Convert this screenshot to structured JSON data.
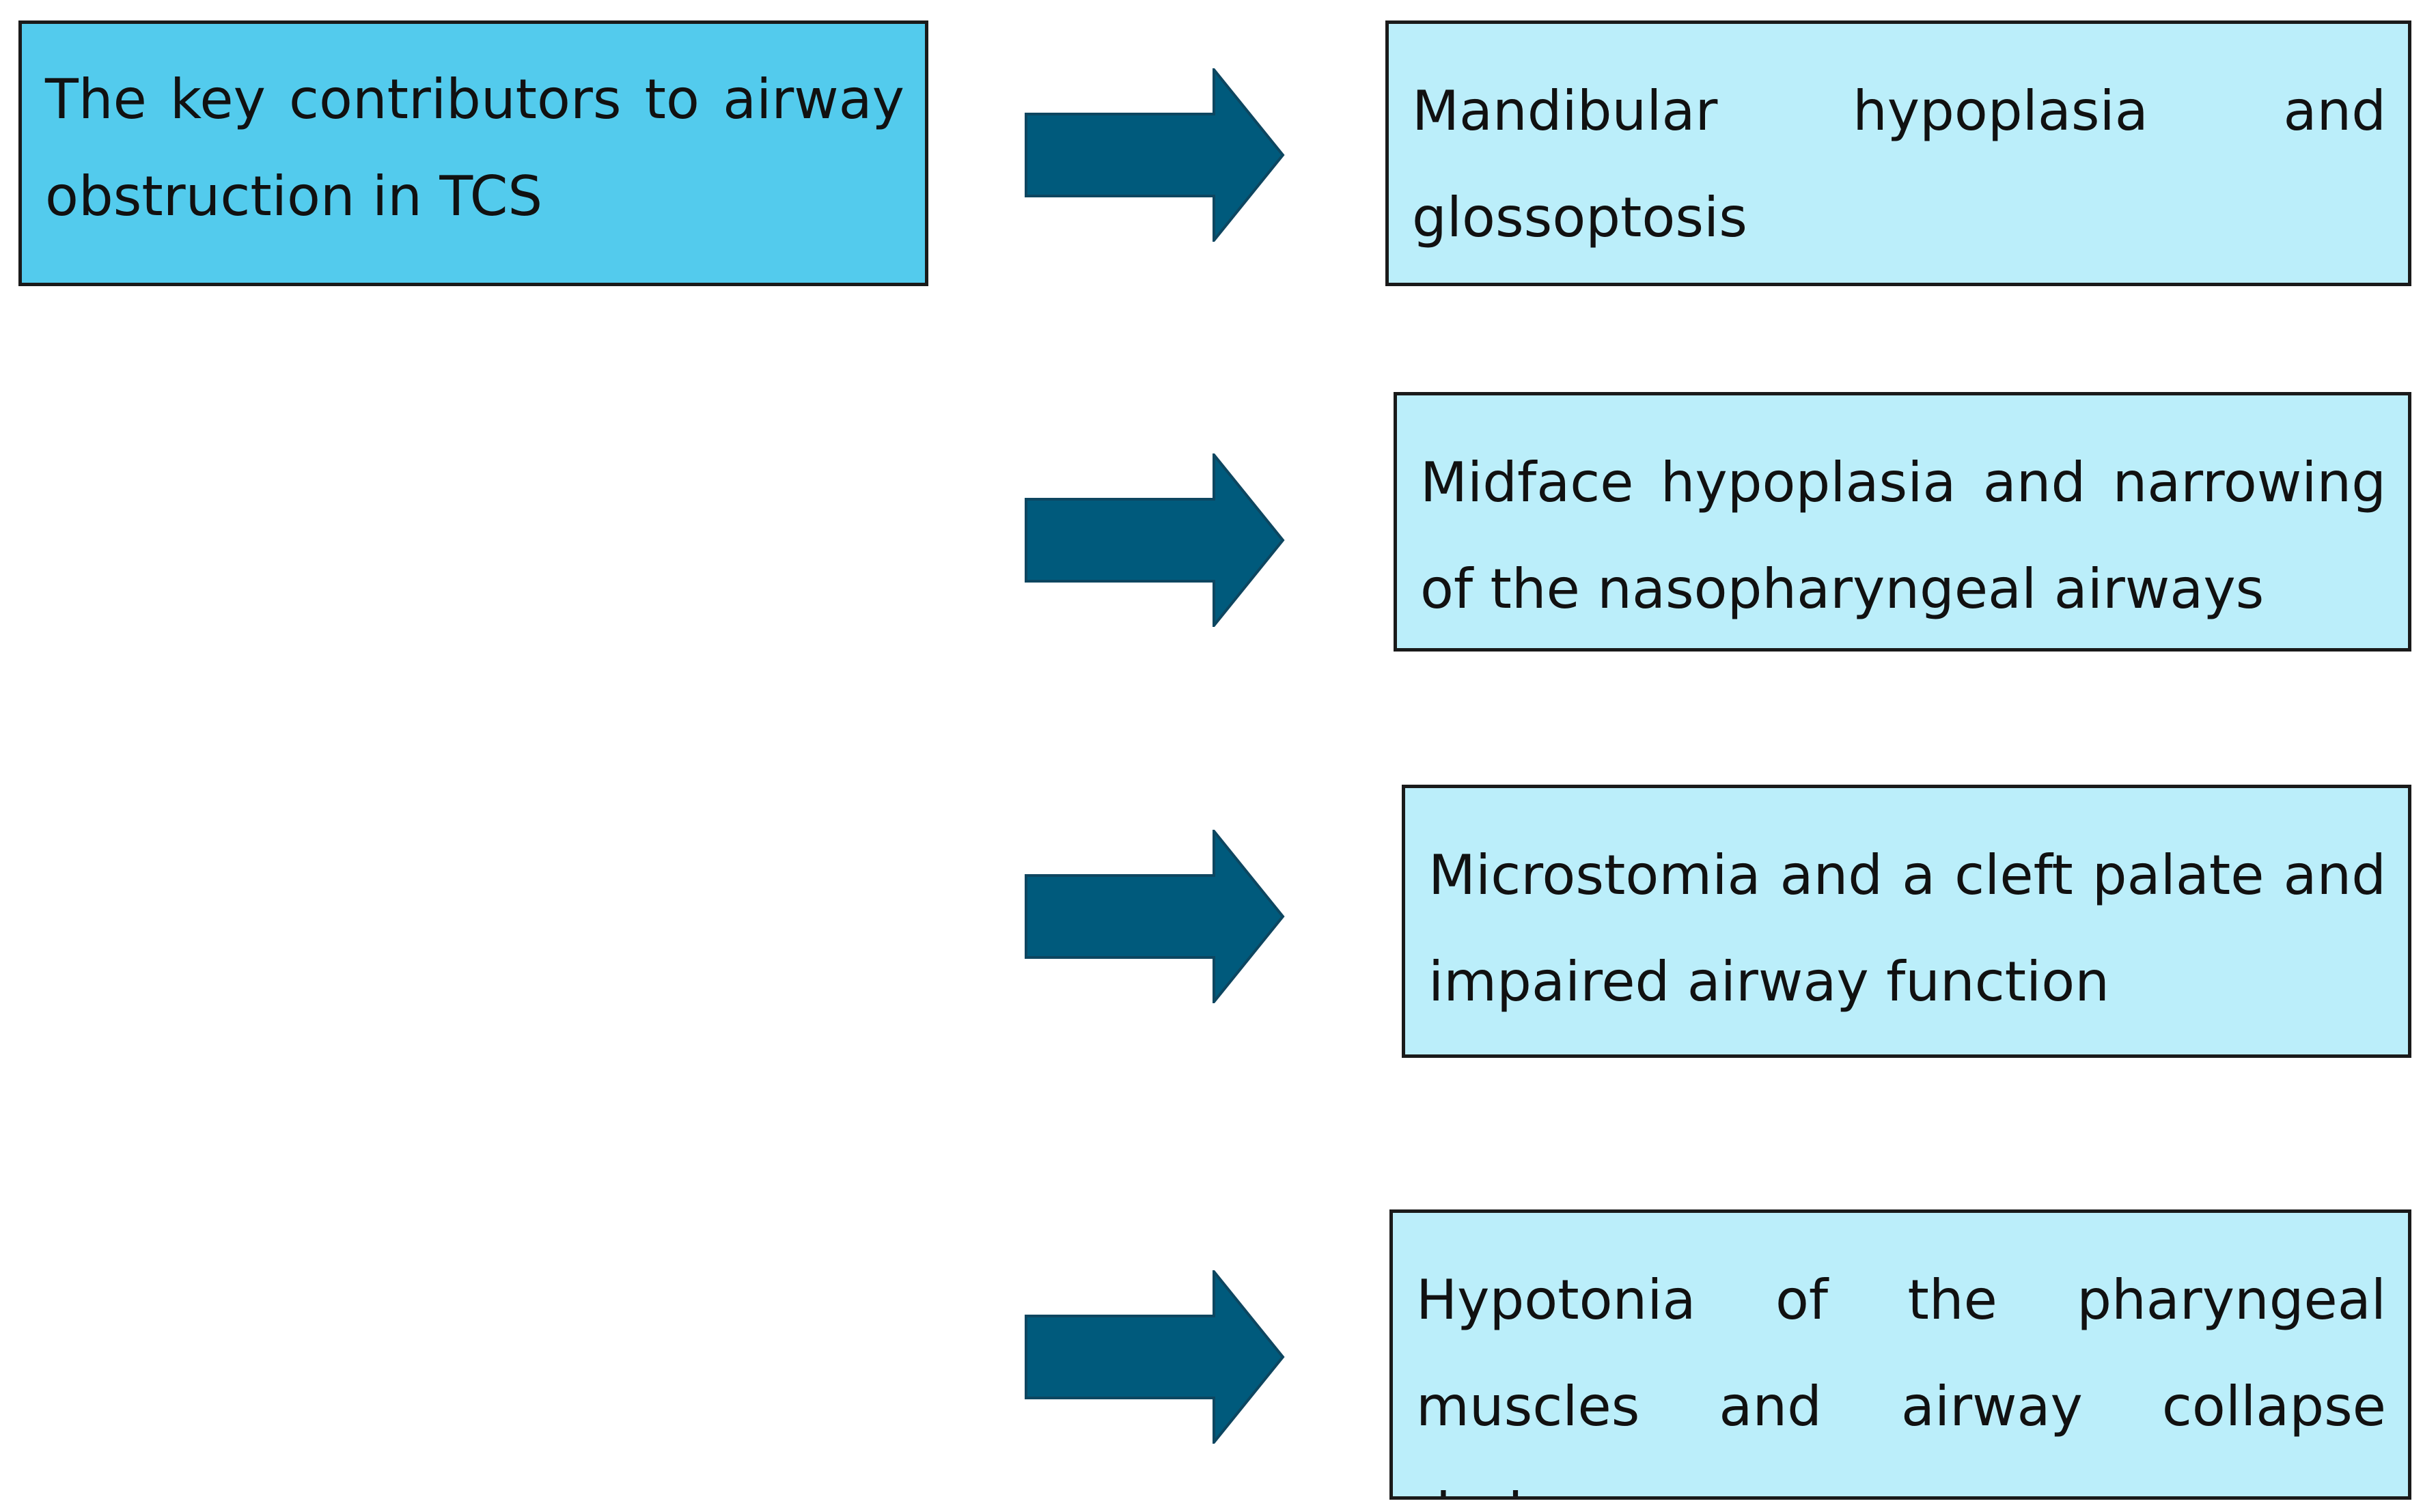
{
  "diagram": {
    "main": {
      "text": "The key contributors to airway obstruction in TCS"
    },
    "items": [
      {
        "text": "Mandibular hypoplasia and glossoptosis"
      },
      {
        "text": "Midface hypoplasia and narrowing of the nasopharyngeal airways"
      },
      {
        "text": "Microstomia and a cleft palate and impaired airway function"
      },
      {
        "text": "Hypotonia of the pharyngeal muscles and airway collapse during"
      }
    ],
    "colors": {
      "main_box_fill": "#53cbed",
      "item_box_fill": "#bbeefa",
      "arrow_fill": "#005a7c",
      "arrow_stroke": "#0d4660",
      "border": "#1a1a1a"
    }
  }
}
